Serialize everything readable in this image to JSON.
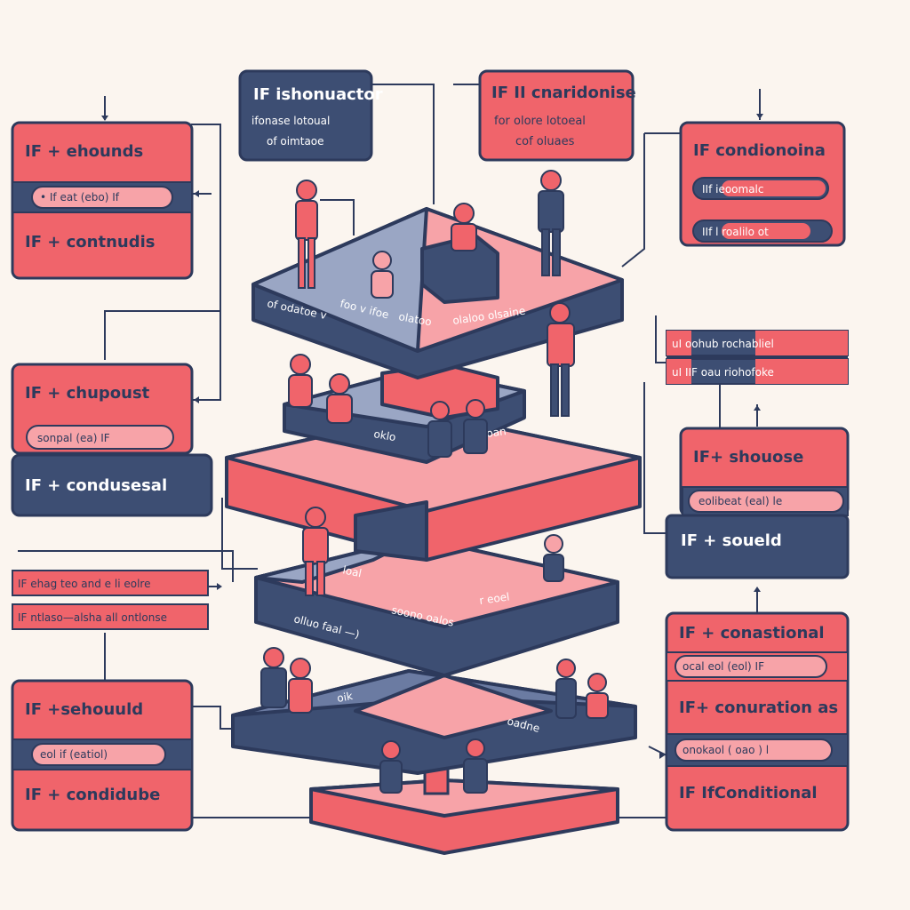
{
  "colors": {
    "coral": "#f0646b",
    "navy": "#3d4e73",
    "pink": "#f7a3a8",
    "outline": "#2d3a5c",
    "background": "#fbf5ef"
  },
  "top_boxes": [
    {
      "lines": [
        "IF ishonuactor",
        "ifonase lotoual",
        "of oimtaoe"
      ]
    },
    {
      "lines": [
        "IF II cnaridonise",
        "for olore lotoeal",
        "cof oluaes"
      ]
    }
  ],
  "left_boxes": [
    {
      "title": "IF + ehounds",
      "pill": "• If eat  (ebo)  If",
      "footer": "IF + contnudis"
    },
    {
      "title": "IF + chupoust",
      "pill": "sonpal  (ea)  IF",
      "footer": "IF + condusesal"
    },
    {
      "strips": [
        "IF  ehag  teo and e  li eolre",
        "IF  ntlaso—alsha all  ontlonse"
      ]
    },
    {
      "title": "IF  +sehouuld",
      "pill": "eol  if  (eatiol)",
      "footer": "IF + condidube"
    }
  ],
  "right_boxes": [
    {
      "title": "IF condionoina",
      "pills": [
        "IIf  ieoomalc",
        "IIf  l  roalilo  ot"
      ]
    },
    {
      "strips": [
        "uI  oohub  rochabliel",
        "uI  IIF  oau  riohofoke"
      ]
    },
    {
      "title": "IF+ shouose",
      "pill": "eolibeat  (eal)  le",
      "footer": "IF  + soueld"
    },
    {
      "title": "IF  + conastional",
      "pill": "ocal  eol  (eol)  IF",
      "mid": "IF+  conuration as",
      "pill2": "onokaol  (  oao  )  l",
      "footer": "IF  IfConditional"
    }
  ],
  "platform_labels": [
    "of odatoe  v",
    "foo  v  ifoe",
    "olatoo",
    "olaloo  olsaine",
    "oklo",
    "oan",
    "loal",
    "soono  oalos",
    "r  eoel",
    "olluo  faal  —)",
    "oik",
    "oadne"
  ]
}
